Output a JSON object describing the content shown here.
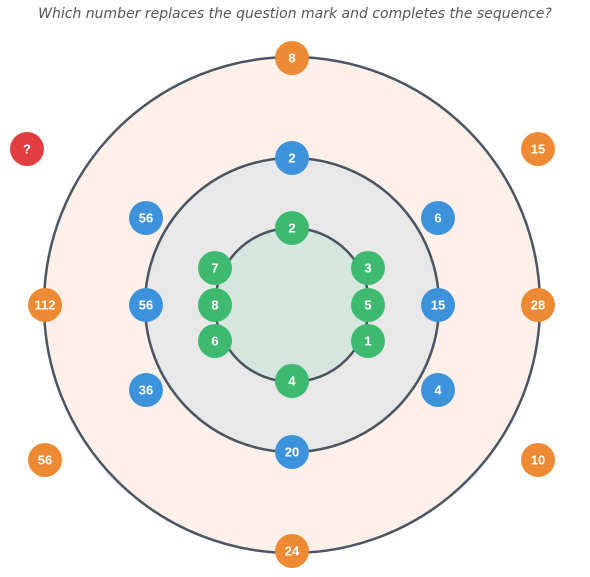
{
  "question": "Which number replaces the question mark and completes the sequence?",
  "colors": {
    "outer_ring_fill": "#fdf0e8",
    "middle_ring_fill": "#e8e8e8",
    "inner_ring_fill": "#d4e6dd",
    "ring_stroke": "#4a5563",
    "orange": "#ef8a34",
    "blue": "#3d93db",
    "green": "#3dba6f",
    "red": "#e23d3f"
  },
  "outer_nodes": [
    {
      "id": "outer-top",
      "label": "8"
    },
    {
      "id": "outer-top-left",
      "label": "?",
      "missing": true
    },
    {
      "id": "outer-top-right",
      "label": "15"
    },
    {
      "id": "outer-left",
      "label": "112"
    },
    {
      "id": "outer-right",
      "label": "28"
    },
    {
      "id": "outer-bottom-left",
      "label": "56"
    },
    {
      "id": "outer-bottom-right",
      "label": "10"
    },
    {
      "id": "outer-bottom",
      "label": "24"
    }
  ],
  "middle_nodes": [
    {
      "id": "middle-top",
      "label": "2"
    },
    {
      "id": "middle-top-left",
      "label": "56"
    },
    {
      "id": "middle-top-right",
      "label": "6"
    },
    {
      "id": "middle-left",
      "label": "56"
    },
    {
      "id": "middle-right",
      "label": "15"
    },
    {
      "id": "middle-bottom-left",
      "label": "36"
    },
    {
      "id": "middle-bottom-right",
      "label": "4"
    },
    {
      "id": "middle-bottom",
      "label": "20"
    }
  ],
  "inner_nodes": [
    {
      "id": "inner-top",
      "label": "2"
    },
    {
      "id": "inner-top-left",
      "label": "7"
    },
    {
      "id": "inner-top-right",
      "label": "3"
    },
    {
      "id": "inner-left",
      "label": "8"
    },
    {
      "id": "inner-right",
      "label": "5"
    },
    {
      "id": "inner-bottom-left",
      "label": "6"
    },
    {
      "id": "inner-bottom-right",
      "label": "1"
    },
    {
      "id": "inner-bottom",
      "label": "4"
    }
  ]
}
